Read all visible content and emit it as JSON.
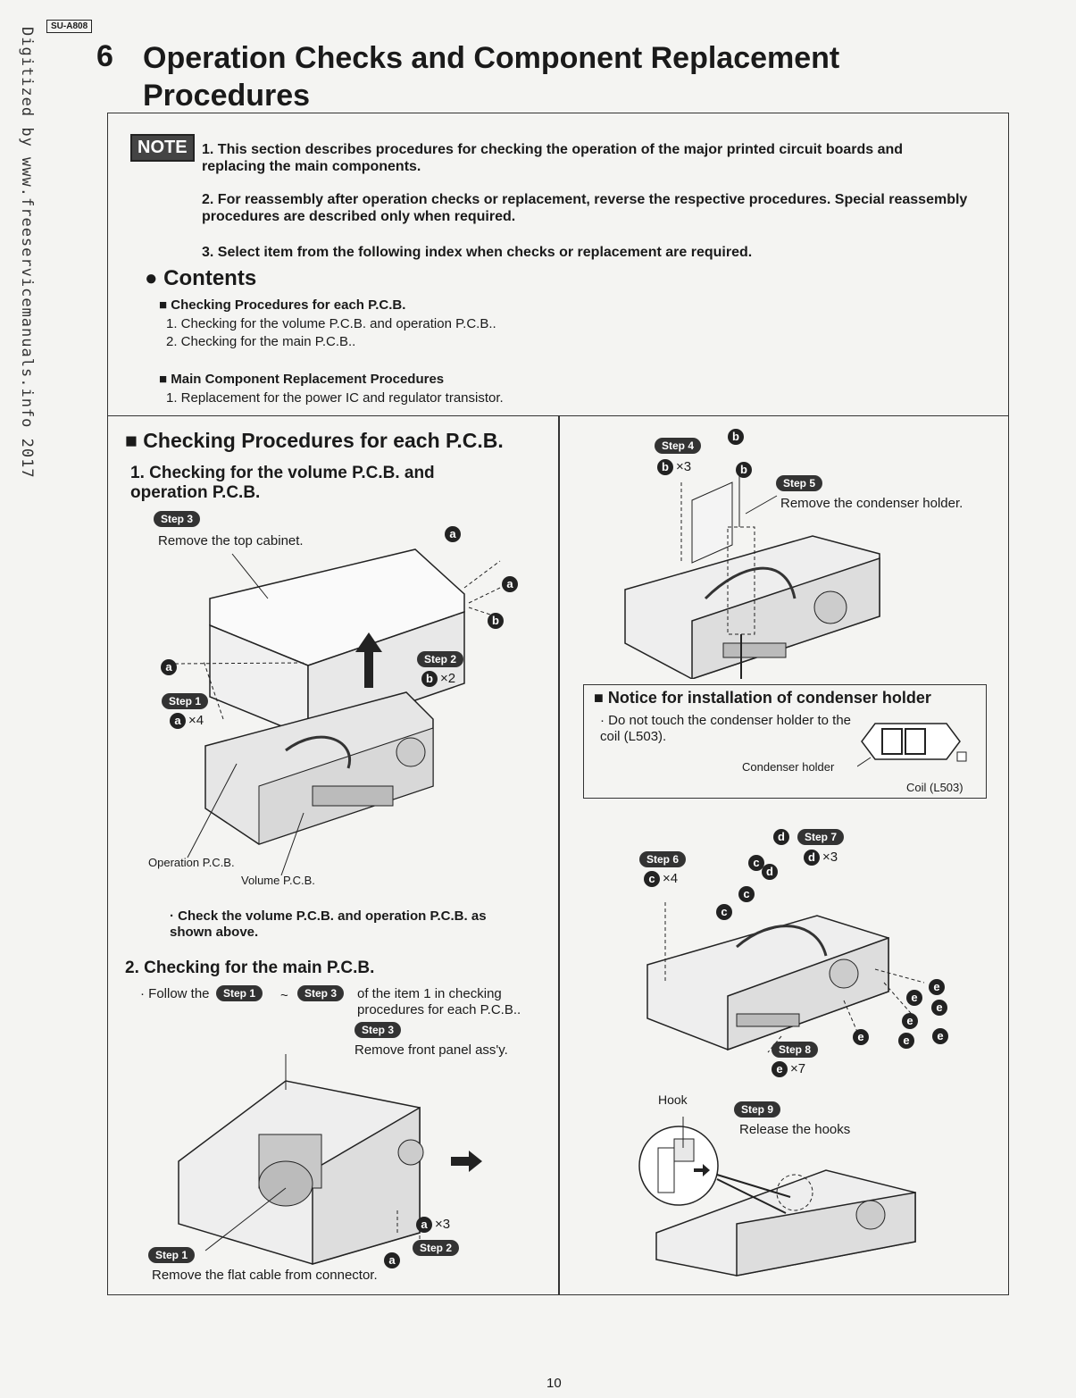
{
  "header": {
    "model": "SU-A808",
    "section_number": "6",
    "section_title": "Operation Checks and Component Replacement Procedures"
  },
  "watermark": "Digitized by www.freeservicemanuals.info 2017",
  "note": {
    "badge": "NOTE",
    "items": [
      "1. This section describes procedures for checking the operation of the major printed circuit boards and replacing the main components.",
      "2. For reassembly after operation checks or replacement, reverse the respective procedures. Special reassembly procedures are described only when required.",
      "3. Select item from the following index when checks or replacement are required."
    ]
  },
  "contents": {
    "heading": "Contents",
    "group1_title": "Checking Procedures for each P.C.B.",
    "group1_items": [
      "1. Checking for the volume P.C.B. and operation P.C.B..",
      "2. Checking for the main P.C.B.."
    ],
    "group2_title": "Main Component Replacement Procedures",
    "group2_items": [
      "1. Replacement for the power IC and regulator transistor."
    ]
  },
  "left": {
    "heading": "Checking Procedures for each P.C.B.",
    "sub1": "1. Checking for the volume P.C.B. and operation P.C.B.",
    "step3": "Step 3",
    "step3_text": "Remove the top cabinet.",
    "step2": "Step 2",
    "step1": "Step 1",
    "qty_b2": "×2",
    "qty_a4": "×4",
    "label_operation": "Operation P.C.B.",
    "label_volume": "Volume P.C.B.",
    "check_note": "· Check the volume P.C.B. and operation P.C.B. as shown above.",
    "sub2": "2. Checking for the main P.C.B.",
    "follow_a": "· Follow the",
    "follow_b": "of the item 1 in checking procedures for each P.C.B..",
    "tilde": "~",
    "b_step3_text": "Remove front panel ass'y.",
    "b_qty_a3": "×3",
    "b_step1_text": "Remove the flat cable from connector."
  },
  "right": {
    "step4": "Step 4",
    "qty_b3": "×3",
    "step5": "Step 5",
    "step5_text": "Remove the condenser holder.",
    "notice_title": "Notice for installation of condenser holder",
    "notice_text": "· Do not touch the condenser holder to the coil (L503).",
    "label_condenser": "Condenser holder",
    "label_coil": "Coil (L503)",
    "step6": "Step 6",
    "qty_c4": "×4",
    "step7": "Step 7",
    "qty_d3": "×3",
    "step8": "Step 8",
    "qty_e7": "×7",
    "label_hook": "Hook",
    "step9": "Step 9",
    "step9_text": "Release the hooks"
  },
  "letters": {
    "a": "a",
    "b": "b",
    "c": "c",
    "d": "d",
    "e": "e"
  },
  "page_number": "10"
}
